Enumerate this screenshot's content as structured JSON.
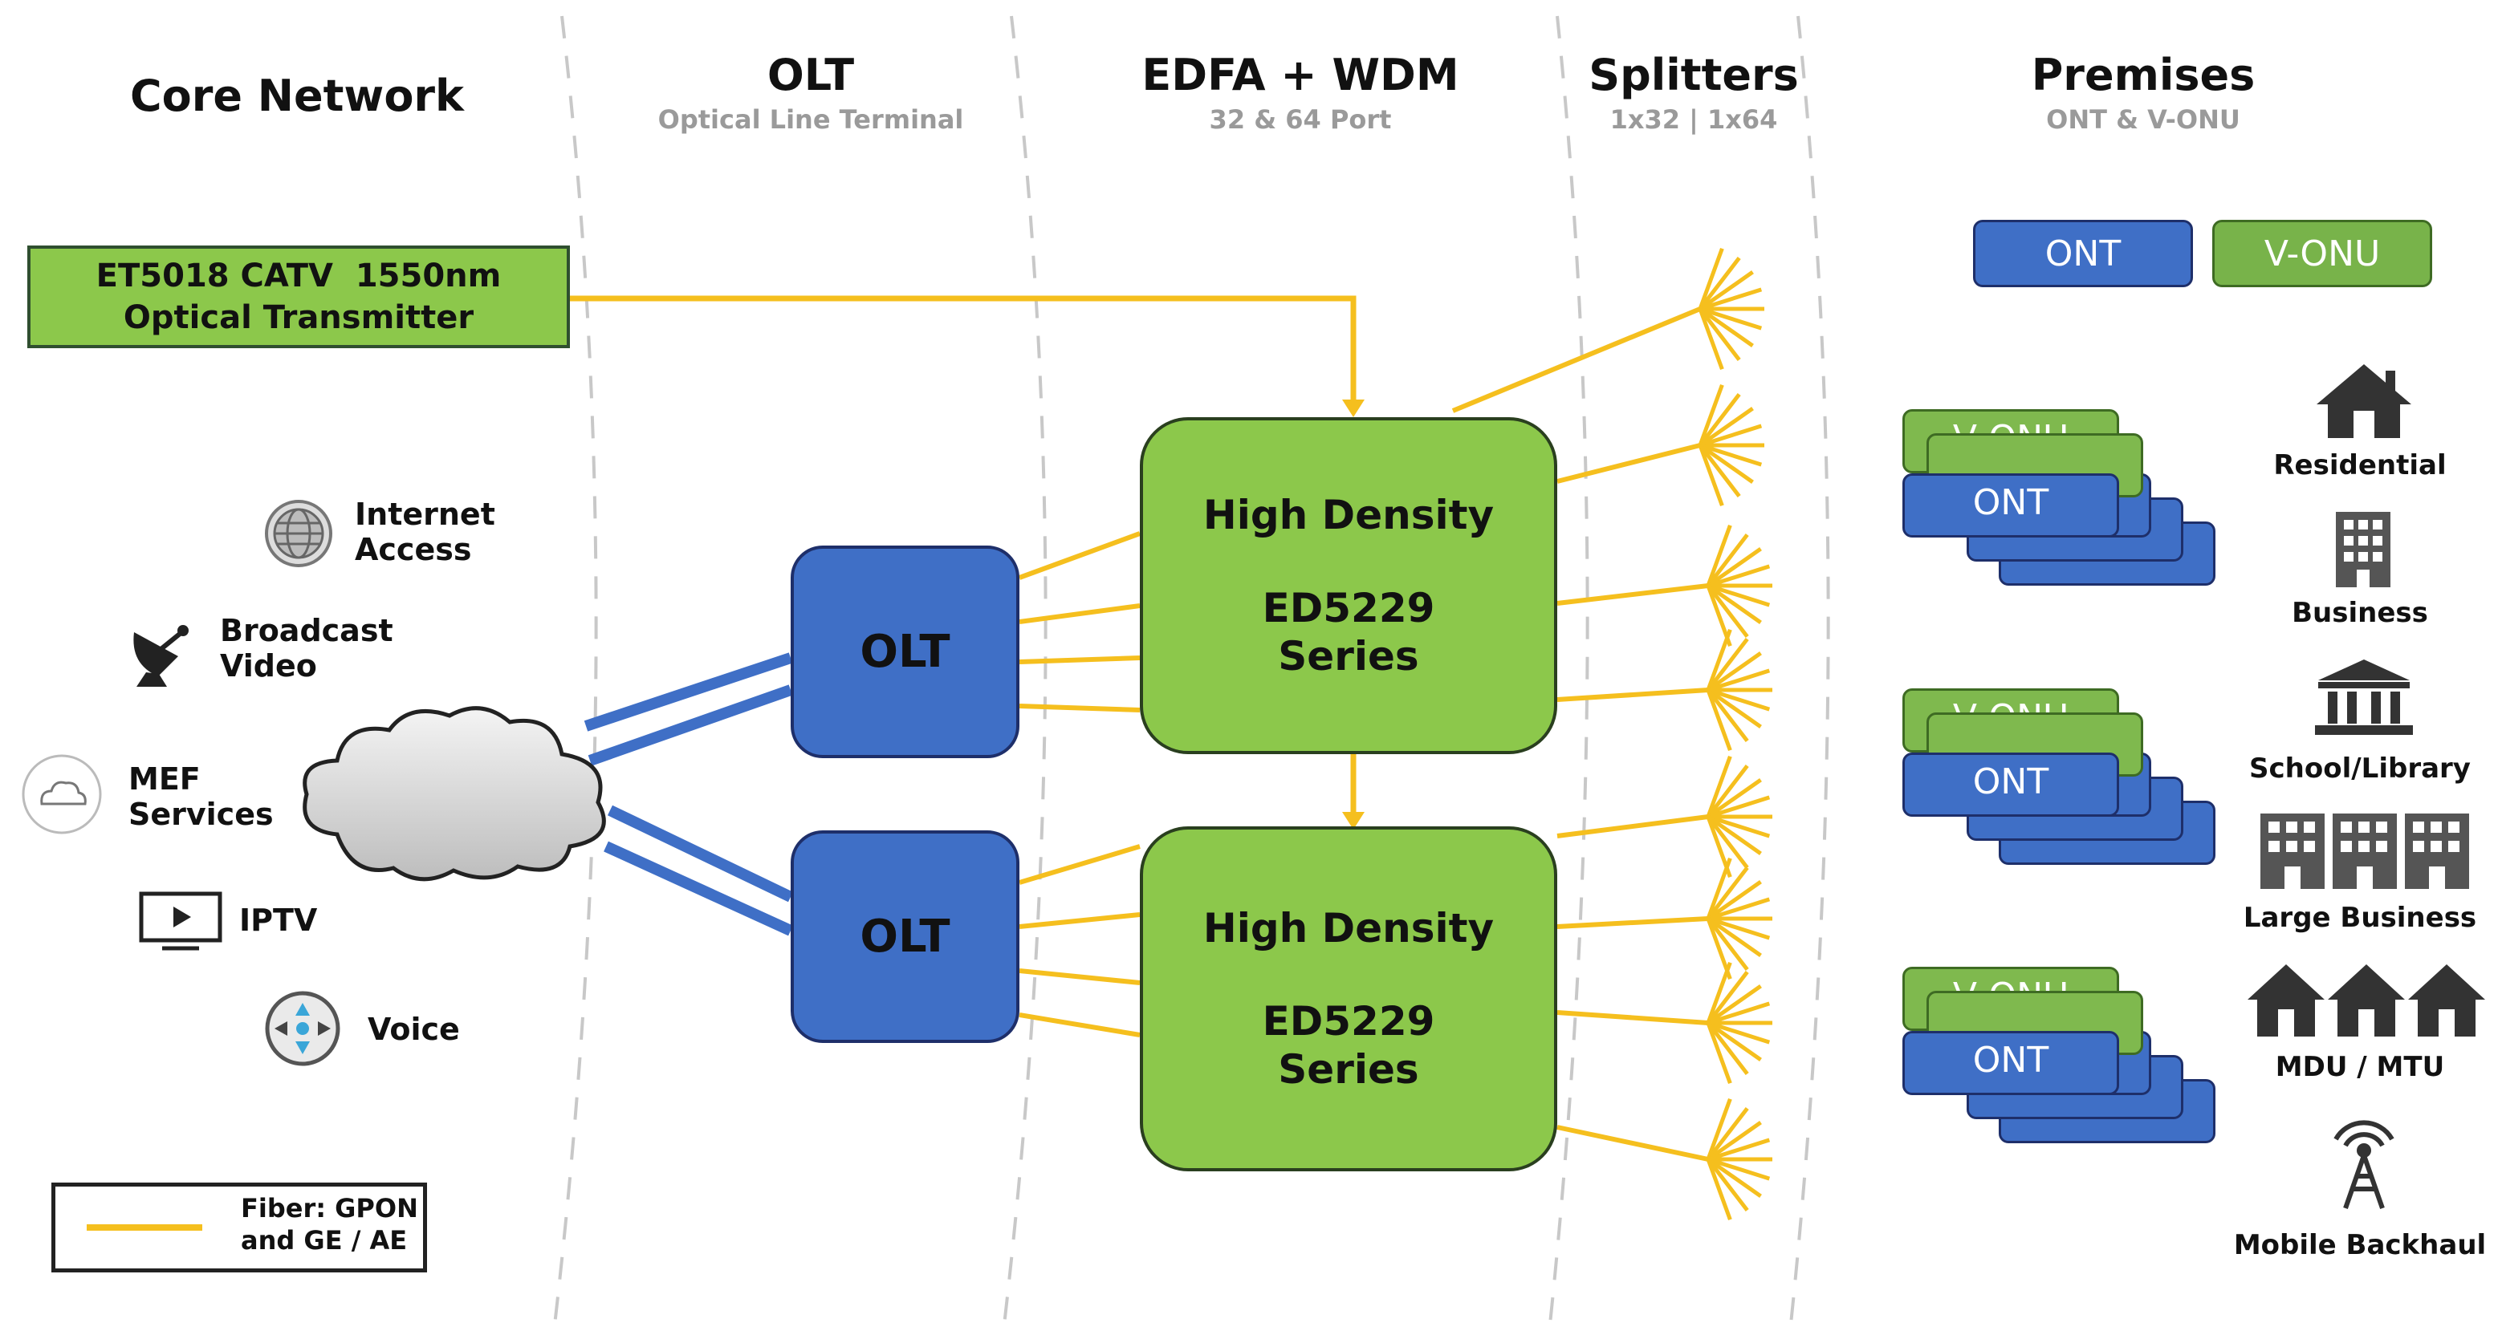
{
  "columns": [
    {
      "title": "Core Network",
      "subtitle": ""
    },
    {
      "title": "OLT",
      "subtitle": "Optical Line Terminal"
    },
    {
      "title": "EDFA + WDM",
      "subtitle": "32 & 64 Port"
    },
    {
      "title": "Splitters",
      "subtitle": "1x32 | 1x64"
    },
    {
      "title": "Premises",
      "subtitle": "ONT & V-ONU"
    }
  ],
  "transmitter": {
    "line1": "ET5018 CATV  1550nm",
    "line2": "Optical Transmitter"
  },
  "services": [
    {
      "label1": "Internet",
      "label2": "Access",
      "icon": "globe-icon"
    },
    {
      "label1": "Broadcast",
      "label2": "Video",
      "icon": "satellite-dish-icon"
    },
    {
      "label1": "MEF",
      "label2": "Services",
      "icon": "cloud-icon"
    },
    {
      "label1": "IPTV",
      "label2": "",
      "icon": "tv-icon"
    },
    {
      "label1": "Voice",
      "label2": "",
      "icon": "phone-switch-icon"
    }
  ],
  "olt": {
    "top_label": "OLT",
    "bottom_label": "OLT"
  },
  "edfa": {
    "top": {
      "line1": "High Density",
      "line2": "ED5229",
      "line3": "Series"
    },
    "bottom": {
      "line1": "High Density",
      "line2": "ED5229",
      "line3": "Series"
    }
  },
  "premises": {
    "badge_ont": "ONT",
    "badge_vonu": "V-ONU",
    "stacks": [
      {
        "green_label": "V-ONU",
        "blue_label": "ONT"
      },
      {
        "green_label": "V-ONU",
        "blue_label": "ONT"
      },
      {
        "green_label": "V-ONU",
        "blue_label": "ONT"
      }
    ],
    "types": [
      {
        "label": "Residential",
        "icon": "house-icon"
      },
      {
        "label": "Business",
        "icon": "office-building-icon"
      },
      {
        "label": "School/Library",
        "icon": "school-library-icon"
      },
      {
        "label": "Large Business",
        "icon": "large-business-icon"
      },
      {
        "label": "MDU / MTU",
        "icon": "multi-dwelling-icon"
      },
      {
        "label": "Mobile Backhaul",
        "icon": "cell-tower-icon"
      }
    ]
  },
  "legend": {
    "line1": "Fiber: GPON",
    "line2": "and GE / AE"
  },
  "colors": {
    "fiber": "#f5bf1e",
    "olt_link": "#3f6fc6",
    "green": "#8cc84b",
    "blue": "#3f6fc6"
  }
}
